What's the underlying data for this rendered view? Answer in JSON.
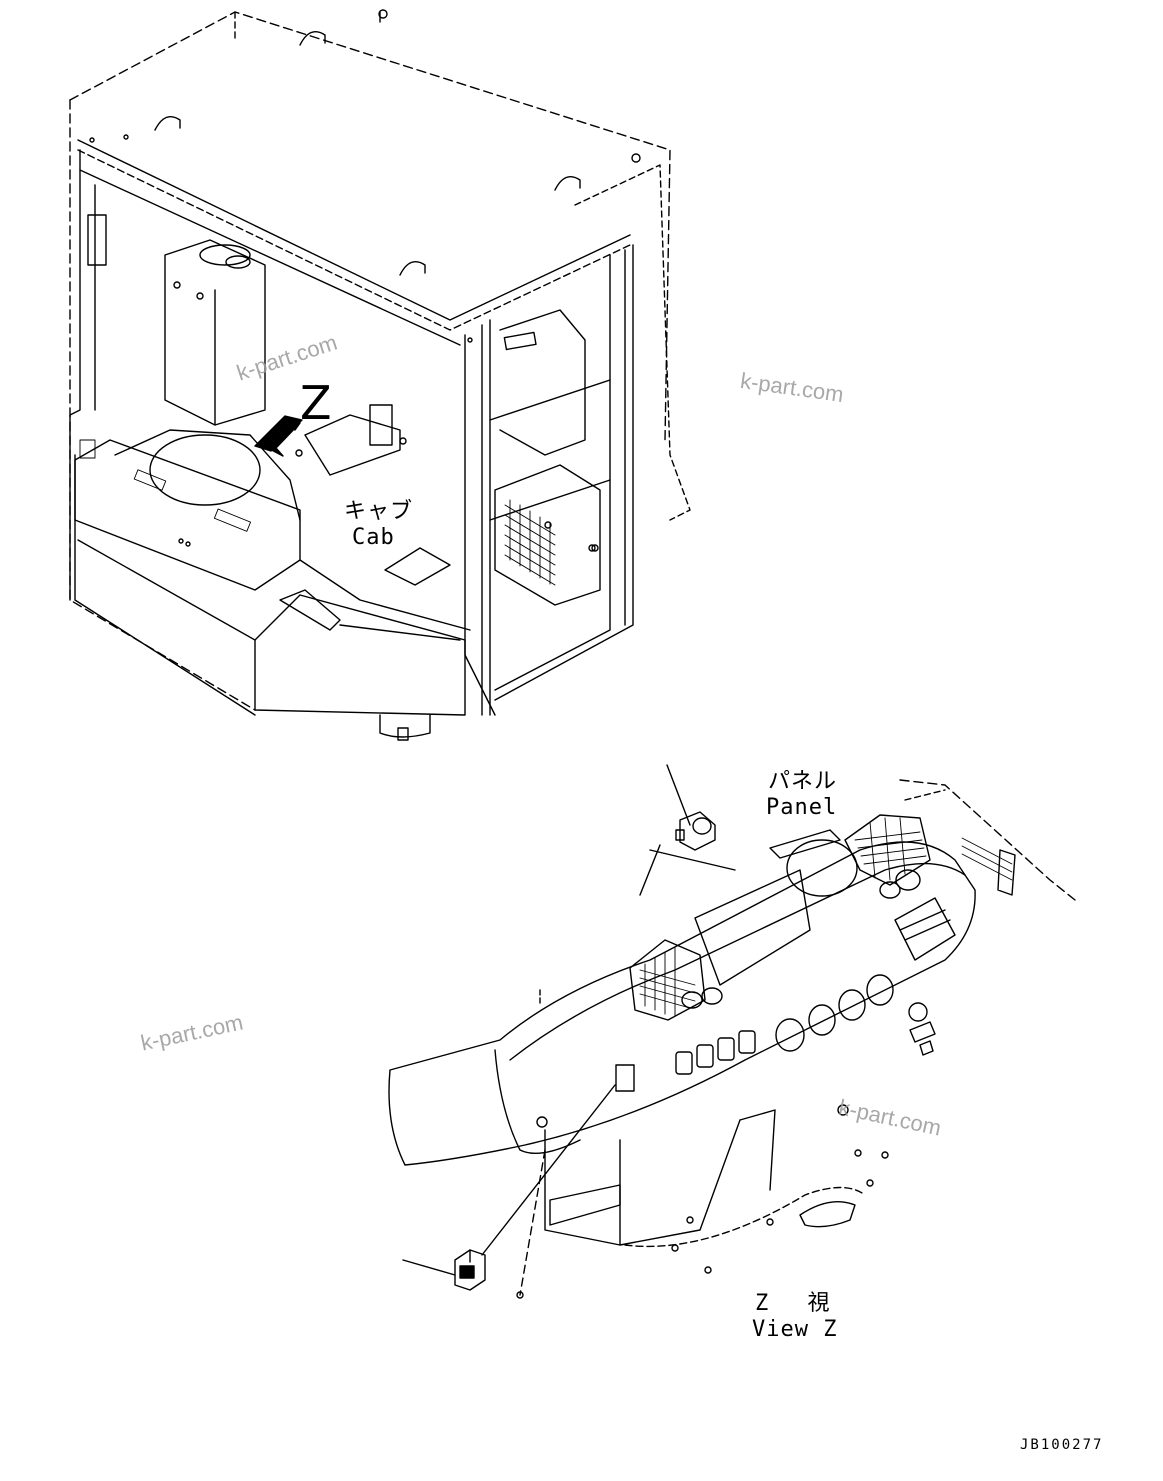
{
  "labels": {
    "z_marker": "Z",
    "cab_jp": "キャブ",
    "cab_en": "Cab",
    "panel_jp": "パネル",
    "panel_en": "Panel",
    "viewz_jp": "Z 視",
    "viewz_en": "View Z",
    "drawing_code": "JB100277"
  },
  "watermarks": [
    "k-part.com",
    "k-part.com",
    "k-part.com",
    "k-part.com"
  ]
}
